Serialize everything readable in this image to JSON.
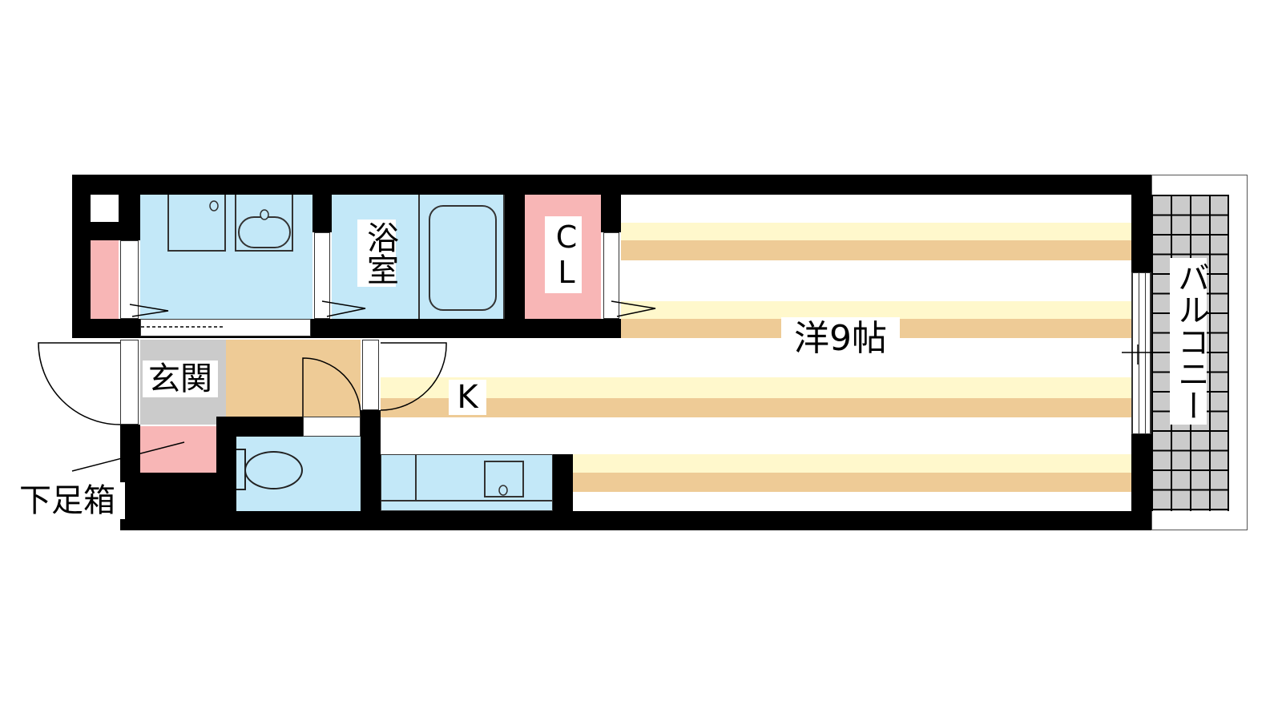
{
  "rooms": {
    "bathroom": "浴室",
    "closet": "CL",
    "western_room": "洋9帖",
    "kitchen": "K",
    "entrance": "玄関",
    "shoe_cabinet": "下足箱",
    "balcony": "バルコニー"
  },
  "colors": {
    "wet_area": "#c3e8f8",
    "storage": "#f8b6b6",
    "floor_tan": "#eecb96",
    "floor_yellow": "#fff8cc",
    "entrance": "#cbcbcb",
    "wall": "#000000"
  }
}
